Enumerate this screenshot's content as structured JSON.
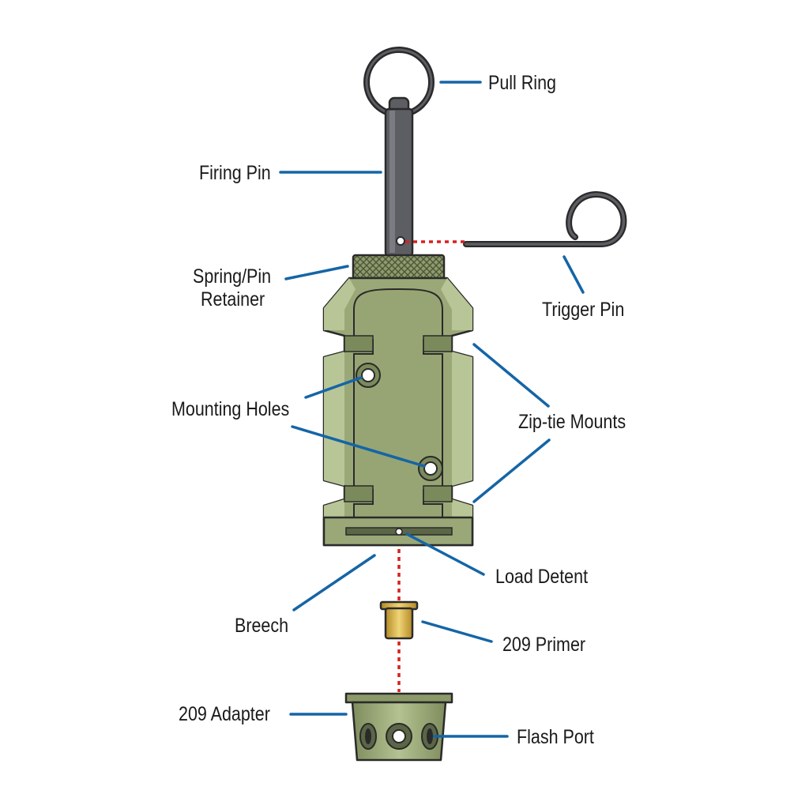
{
  "labels": {
    "pull_ring": "Pull Ring",
    "firing_pin": "Firing Pin",
    "spring_pin_retainer_line1": "Spring/Pin",
    "spring_pin_retainer_line2": "Retainer",
    "trigger_pin": "Trigger Pin",
    "mounting_holes": "Mounting Holes",
    "zip_tie_mounts": "Zip-tie Mounts",
    "load_detent": "Load Detent",
    "breech": "Breech",
    "primer_209": "209 Primer",
    "adapter_209": "209 Adapter",
    "flash_port": "Flash Port"
  },
  "colors": {
    "leader_line": "#1565a6",
    "dotted_guide": "#d8201f",
    "body_green": "#9aa878",
    "body_green_light": "#b8c596",
    "body_green_dark": "#7b8a5b",
    "pin_gray": "#5c5e63",
    "primer_brass": "#d9b44a"
  }
}
